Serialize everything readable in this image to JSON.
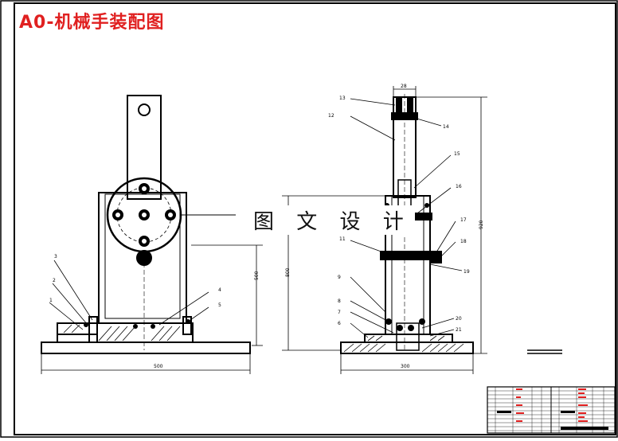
{
  "title": "A0-机械手装配图",
  "watermark": "图 文 设 计",
  "front_view": {
    "balloons": [
      "3",
      "2",
      "1",
      "4",
      "5"
    ],
    "dim_height": "500",
    "dim_width": "500"
  },
  "side_view": {
    "balloons": [
      "13",
      "12",
      "14",
      "15",
      "16",
      "17",
      "18",
      "19",
      "9",
      "8",
      "7",
      "6",
      "20",
      "21",
      "11"
    ],
    "dim_top": "28",
    "dim_height_left": "800",
    "dim_height_right": "920",
    "dim_width": "300"
  },
  "colors": {
    "title": "#e02020",
    "line": "#000000",
    "table_red": "#e02020"
  }
}
